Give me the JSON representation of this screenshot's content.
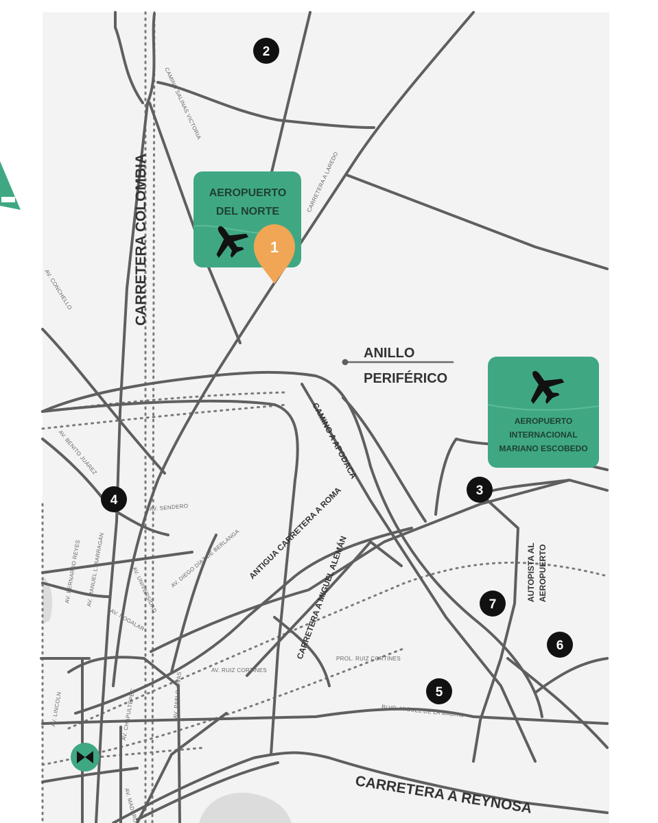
{
  "colors": {
    "background": "#ffffff",
    "land": "#f1f1f1",
    "road": "#5f5f5f",
    "airport_box": "#3fa883",
    "marker": "#f0a655",
    "badge": "#111111"
  },
  "airports": [
    {
      "id": "norte",
      "lines": [
        "AEROPUERTO",
        "DEL NORTE"
      ],
      "icon": "airplane-icon"
    },
    {
      "id": "internacional",
      "lines": [
        "AEROPUERTO",
        "INTERNACIONAL",
        "MARIANO ESCOBEDO"
      ],
      "icon": "airplane-icon"
    }
  ],
  "marker": {
    "label": "1",
    "icon": "map-pin-icon"
  },
  "numbered_points": [
    "2",
    "3",
    "4",
    "5",
    "6",
    "7"
  ],
  "road_labels_major": {
    "carretera_colombia": "CARRETERA COLOMBIA",
    "anillo": "ANILLO",
    "periferico": "PERIFÉRICO",
    "camino_apodaca": "CAMINO A APODACA",
    "antigua_roma": "ANTIGUA CARRETERA A ROMA",
    "miguel_aleman": "CARRETERA A MIGUEL ALEMÁN",
    "autopista_aeropuerto_1": "AUTOPISTA AL",
    "autopista_aeropuerto_2": "AEROPUERTO",
    "carretera_reynosa": "CARRETERA A REYNOSA"
  },
  "road_labels_minor": {
    "camino_salinas": "CAMINO SALINAS VICTORIA",
    "quinta_saltillo": "CARRETERA A LAREDO",
    "av_sendero": "AV. SENDERO",
    "av_benito_juarez": "AV. BENITO JUÁREZ",
    "av_diego_diaz": "AV. DIEGO DÍAZ DE BERLANGA",
    "av_manuel_barragan": "AV. MANUEL L. BARRAGÁN",
    "av_universidad": "AV. UNIVERSIDAD",
    "av_nogalar": "AV. NOGALAR",
    "av_ruiz_cortines": "AV. RUIZ CORTINES",
    "prol_ruiz_cortines": "PROL. RUIZ CORTINES",
    "blvd_miguel_aleman": "BLVD. MIGUEL DE LA MADRID",
    "av_lincoln": "AV. LINCOLN",
    "av_conchello": "AV. CONCHELLO",
    "av_bernardo_reyes": "AV. BERNARDO REYES",
    "av_pablo_livas": "AV. PABLO LIVAS",
    "av_chapultepec": "AV. CHAPULTEPEC",
    "av_madero": "AV. MADERO"
  }
}
